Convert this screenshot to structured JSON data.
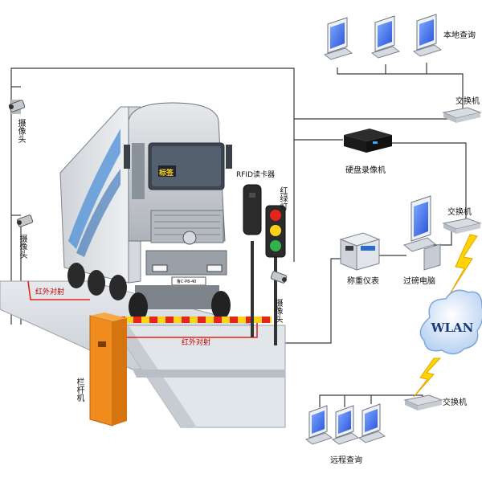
{
  "labels": {
    "camera_top": "摄像头",
    "camera_left": "摄像头",
    "camera_right": "摄像头",
    "rfid": "RFID读卡器",
    "traffic_light": "红绿灯",
    "ir_left": "红外对射",
    "ir_bottom": "红外对射",
    "barrier": "栏杆机",
    "dvr": "硬盘录像机",
    "indicator": "称重仪表",
    "weigh_pc": "过磅电脑",
    "local_query": "本地查询",
    "switch_top": "交换机",
    "switch_mid": "交换机",
    "switch_bottom": "交换机",
    "wlan": "WLAN",
    "remote_query": "远程查询"
  },
  "truck": {
    "plate": "鲁C·P8-40",
    "cab_sign": "标签"
  },
  "colors": {
    "line": "#3a3a3a",
    "platform": "#d9dee3",
    "barrier": "#f08c1e",
    "boom_red": "#e5251a",
    "boom_yellow": "#ffd21a",
    "ir_line": "#e5251a",
    "wlan_cloud": "#d8e8fb",
    "lightning": "#ffd400"
  }
}
